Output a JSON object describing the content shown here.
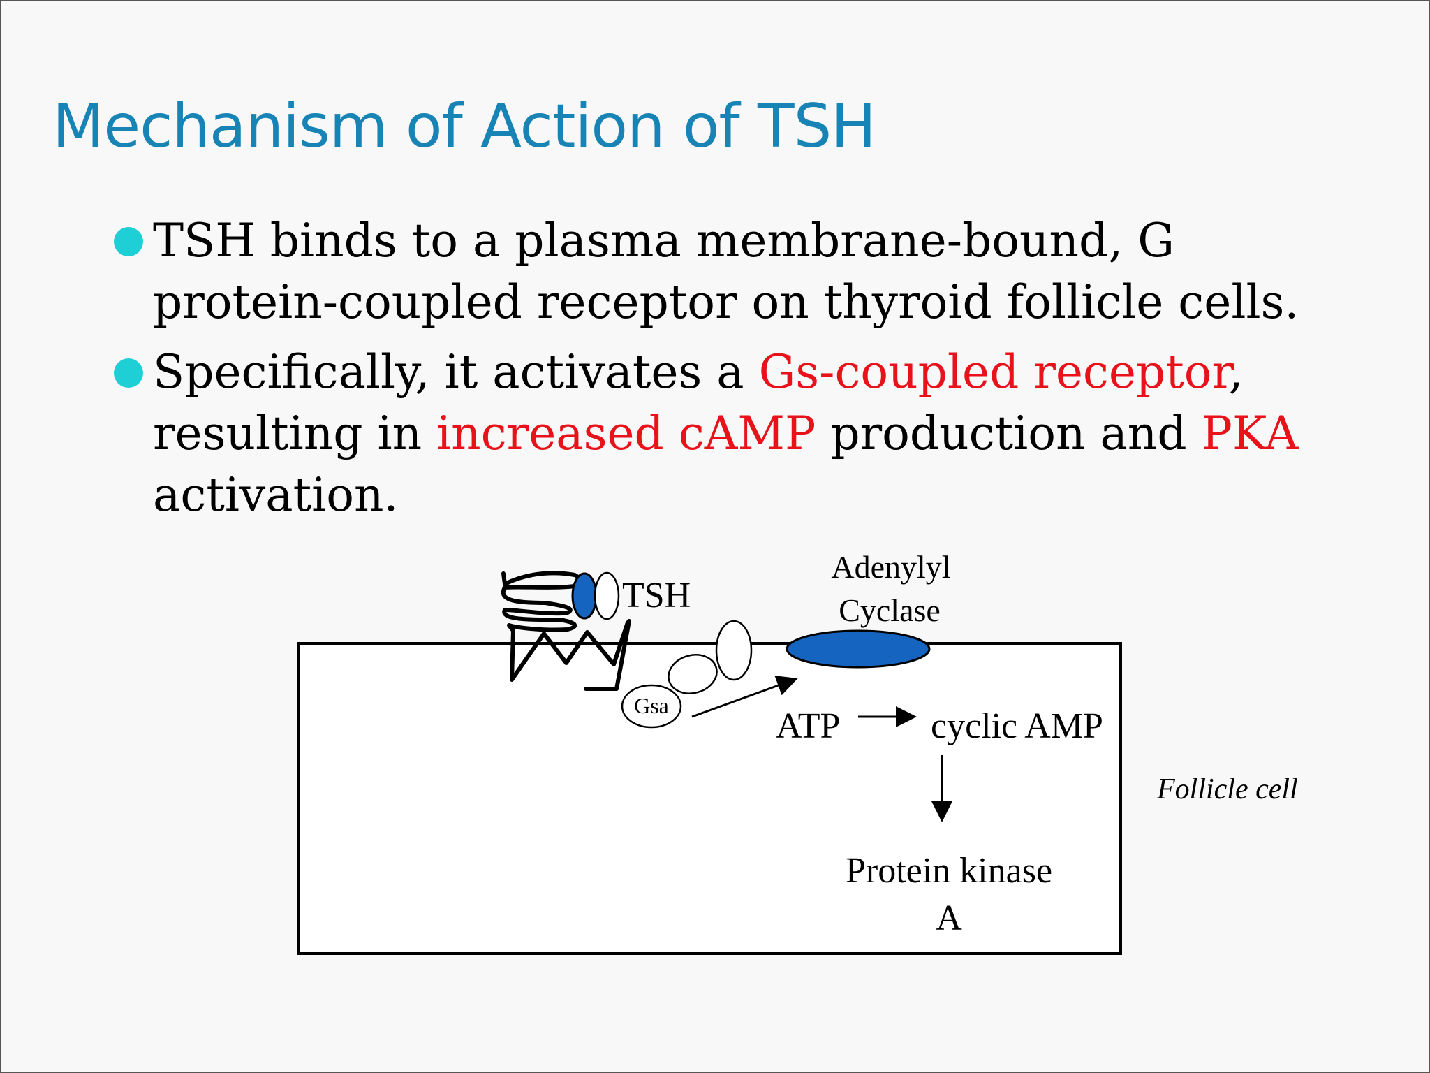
{
  "slide": {
    "title": "Mechanism of Action of TSH",
    "accent_color": "#1784b5",
    "bullet_color": "#1fcfd6",
    "highlight_color": "#e8121a"
  },
  "bullets": [
    {
      "text": "TSH binds to a plasma membrane-bound, G protein-coupled receptor on thyroid follicle cells."
    },
    {
      "parts": [
        "Specifically, it activates a ",
        "Gs-coupled receptor",
        ", resulting in ",
        "increased cAMP",
        " production and ",
        "PKA",
        " activation."
      ]
    }
  ],
  "diagram": {
    "tsh_label": "TSH",
    "adenylyl_label_line1": "Adenylyl",
    "adenylyl_label_line2": "Cyclase",
    "gsa_label": "Gsa",
    "atp_label": "ATP",
    "camp_label": "cyclic AMP",
    "pka_line1": "Protein kinase",
    "pka_line2": "A",
    "follicle_label": "Follicle cell",
    "ligand_color": "#1565c0",
    "enzyme_color": "#1565c0"
  }
}
